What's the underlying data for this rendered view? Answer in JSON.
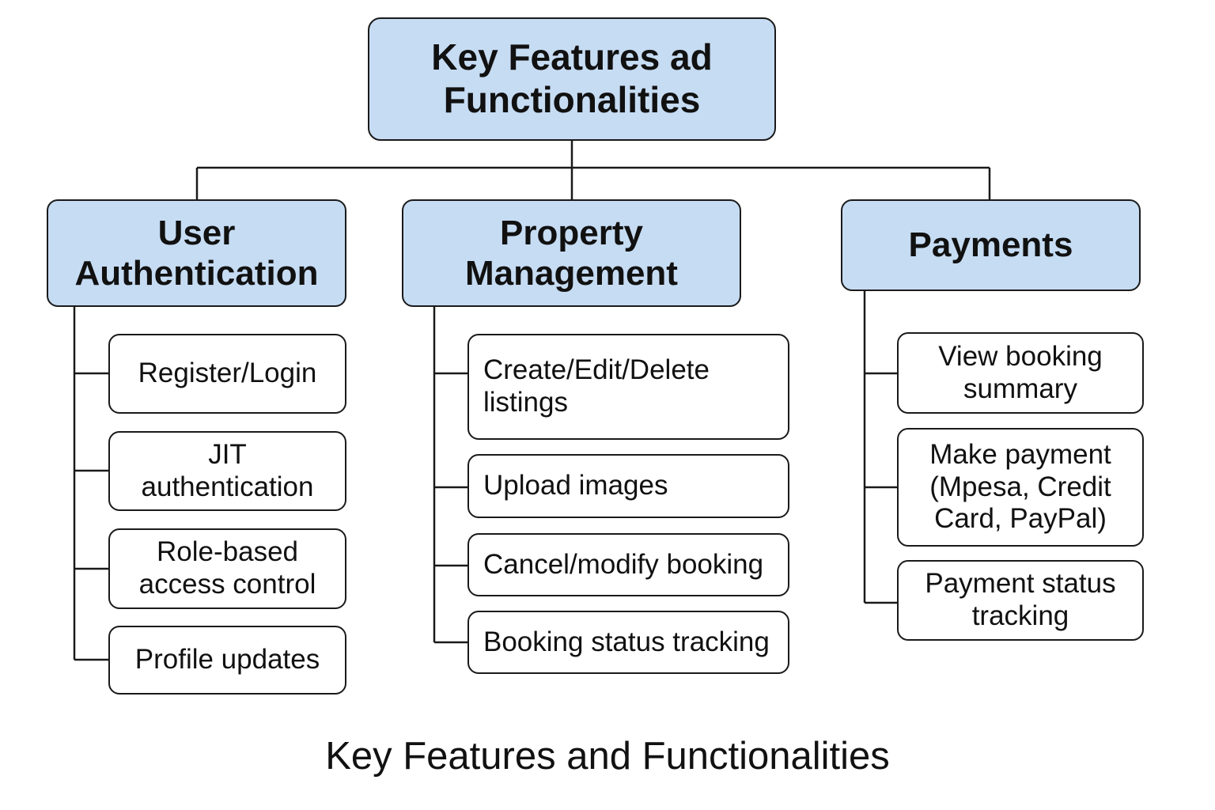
{
  "root": {
    "label": "Key Features ad\nFunctionalities"
  },
  "categories": [
    {
      "label": "User\nAuthentication",
      "items": [
        "Register/Login",
        "JIT\nauthentication",
        "Role-based\naccess control",
        "Profile updates"
      ]
    },
    {
      "label": "Property\nManagement",
      "items": [
        "Create/Edit/Delete\nlistings",
        "Upload images",
        "Cancel/modify booking",
        "Booking status tracking"
      ]
    },
    {
      "label": "Payments",
      "items": [
        "View booking\nsummary",
        "Make payment\n(Mpesa, Credit\nCard, PayPal)",
        "Payment status\ntracking"
      ]
    }
  ],
  "caption": "Key Features and Functionalities",
  "colors": {
    "header_fill": "#c6dcf3",
    "line": "#1a1a1a"
  }
}
